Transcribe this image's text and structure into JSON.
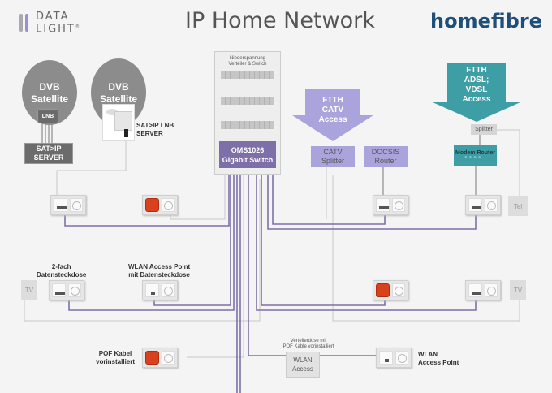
{
  "header": {
    "brand_left_line1": "DATA",
    "brand_left_line2": "LIGHT",
    "brand_left_mark": "®",
    "title": "IP Home Network",
    "brand_right": "homefibre"
  },
  "colors": {
    "cable_purple": "#7e6fa8",
    "lavender": "#a9a4dc",
    "teal": "#3e9ea5",
    "socket_red": "#d8401e",
    "homefibre_blue": "#1f4e79"
  },
  "satellite": {
    "dish1": {
      "line1": "DVB",
      "line2": "Satellite",
      "lnb": "LNB",
      "server_line1": "SAT>IP",
      "server_line2": "SERVER"
    },
    "dish2": {
      "line1": "DVB",
      "line2": "Satellite",
      "device_label_line1": "SAT>IP  LNB",
      "device_label_line2": "SERVER"
    }
  },
  "cabinet": {
    "title_line1": "Niederspannung",
    "title_line2": "Verteiler & Switch",
    "switch_line1": "OMS1026",
    "switch_line2": "Gigabit Switch"
  },
  "catv": {
    "arrow_line1": "FTTH",
    "arrow_line2": "CATV",
    "arrow_line3": "Access",
    "splitter_line1": "CATV",
    "splitter_line2": "Splitter",
    "router_line1": "DOCSIS",
    "router_line2": "Router"
  },
  "dsl": {
    "arrow_line1": "FTTH",
    "arrow_line2": "ADSL;",
    "arrow_line3": "VDSL",
    "arrow_line4": "Access",
    "splitter": "Splitter",
    "modem": "Modem  Router"
  },
  "outlets": {
    "tel": "Tel",
    "tv": "TV",
    "two_port_line1": "2-fach",
    "two_port_line2": "Datensteckdose",
    "wlan_ap_line1": "WLAN Access Point",
    "wlan_ap_line2": "mit Datensteckdose",
    "pof_line1": "POF Kabel",
    "pof_line2": "vorinstalliert",
    "verteiler_line1": "Verteilerdose mit",
    "verteiler_line2": "POF Kable vorinstalliert",
    "wlan_access_line1": "WLAN",
    "wlan_access_line2": "Access",
    "wlan_point_line1": "WLAN",
    "wlan_point_line2": "Access Point"
  }
}
